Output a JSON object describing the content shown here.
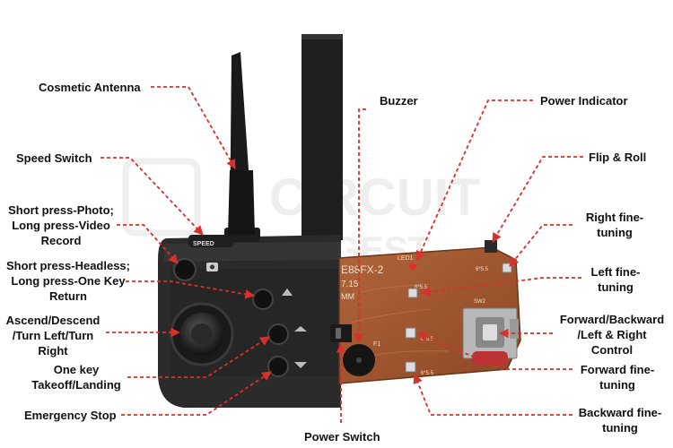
{
  "colors": {
    "arrow": "#d8302a",
    "controller": "#2b2b2b",
    "pcb": "#a0572f",
    "label": "#111111"
  },
  "watermark": {
    "line1": "CIRCUIT",
    "line2": "DIGEST"
  },
  "controller": {
    "speed_label": "SPEED"
  },
  "pcb": {
    "silkscreen_model": "E88FX-2",
    "silkscreen_date": "7.15",
    "silkscreen_suffix": "MM",
    "led_label": "LED1",
    "f1_label": "F1",
    "sw2_label": "SW2",
    "btn_size_labels": [
      "6*5.5",
      "6*5.5",
      "6*5.5",
      "6*5.5"
    ]
  },
  "labels": {
    "cosmetic_antenna": "Cosmetic Antenna",
    "speed_switch": "Speed Switch",
    "photo_video": [
      "Short press-Photo;",
      "Long press-Video",
      "Record"
    ],
    "headless_return": [
      "Short press-Headless;",
      "Long press-One Key",
      "Return"
    ],
    "ascend_descend": [
      "Ascend/Descend",
      "/Turn Left/Turn",
      "Right"
    ],
    "takeoff_landing": [
      "One key",
      "Takeoff/Landing"
    ],
    "emergency_stop": "Emergency Stop",
    "power_switch": "Power Switch",
    "buzzer": "Buzzer",
    "power_indicator": "Power Indicator",
    "flip_roll": "Flip & Roll",
    "right_fine_tuning": [
      "Right fine-",
      "tuning"
    ],
    "left_fine_tuning": [
      "Left fine-",
      "tuning"
    ],
    "forward_backward_control": [
      "Forward/Backward",
      "/Left & Right",
      "Control"
    ],
    "forward_fine_tuning": [
      "Forward fine-",
      "tuning"
    ],
    "backward_fine_tuning": [
      "Backward fine-",
      "tuning"
    ]
  }
}
